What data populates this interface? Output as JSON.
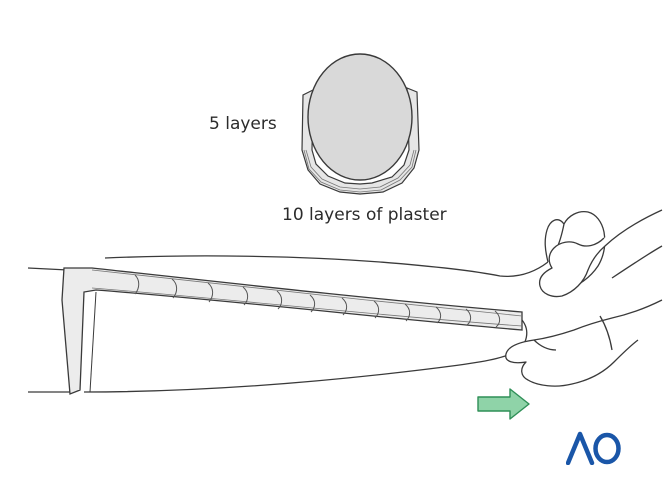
{
  "labels": {
    "inner_layers": "5 layers",
    "outer_layers": "10 layers of plaster"
  },
  "logo": {
    "text": "AO",
    "color": "#1a56a8"
  },
  "colors": {
    "line": "#3a3a3a",
    "plaster_fill": "#d8d8d8",
    "padding_fill": "#e4e4e4",
    "arrow_fill": "#8fd3a8",
    "arrow_stroke": "#2f8f57",
    "skin": "#ffffff"
  },
  "icons": [
    "direction-arrow-icon",
    "ao-logo"
  ]
}
